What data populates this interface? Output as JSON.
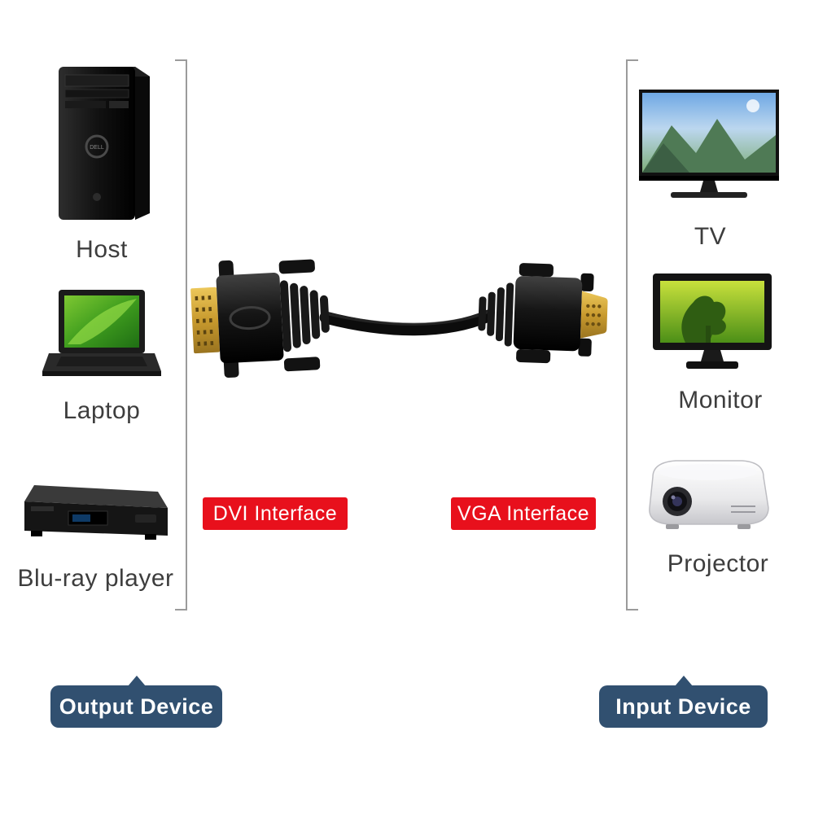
{
  "left_column": {
    "role": "source devices",
    "items": [
      {
        "label": "Host",
        "icon": "desktop-tower-icon"
      },
      {
        "label": "Laptop",
        "icon": "laptop-icon"
      },
      {
        "label": "Blu-ray player",
        "icon": "bluray-player-icon"
      }
    ],
    "badge_label": "Output Device"
  },
  "right_column": {
    "role": "display devices",
    "items": [
      {
        "label": "TV",
        "icon": "tv-icon"
      },
      {
        "label": "Monitor",
        "icon": "monitor-icon"
      },
      {
        "label": "Projector",
        "icon": "projector-icon"
      }
    ],
    "badge_label": "Input Device"
  },
  "cable": {
    "left_connector_label": "DVI Interface",
    "right_connector_label": "VGA Interface",
    "icon": "dvi-to-vga-cable-icon"
  },
  "colors": {
    "interface_label_red": "#e8101c",
    "badge_navy": "#315070",
    "device_text": "#3d3d3d",
    "bracket_gray": "#9b9b9b",
    "connector_gold": "#c89a2e"
  }
}
